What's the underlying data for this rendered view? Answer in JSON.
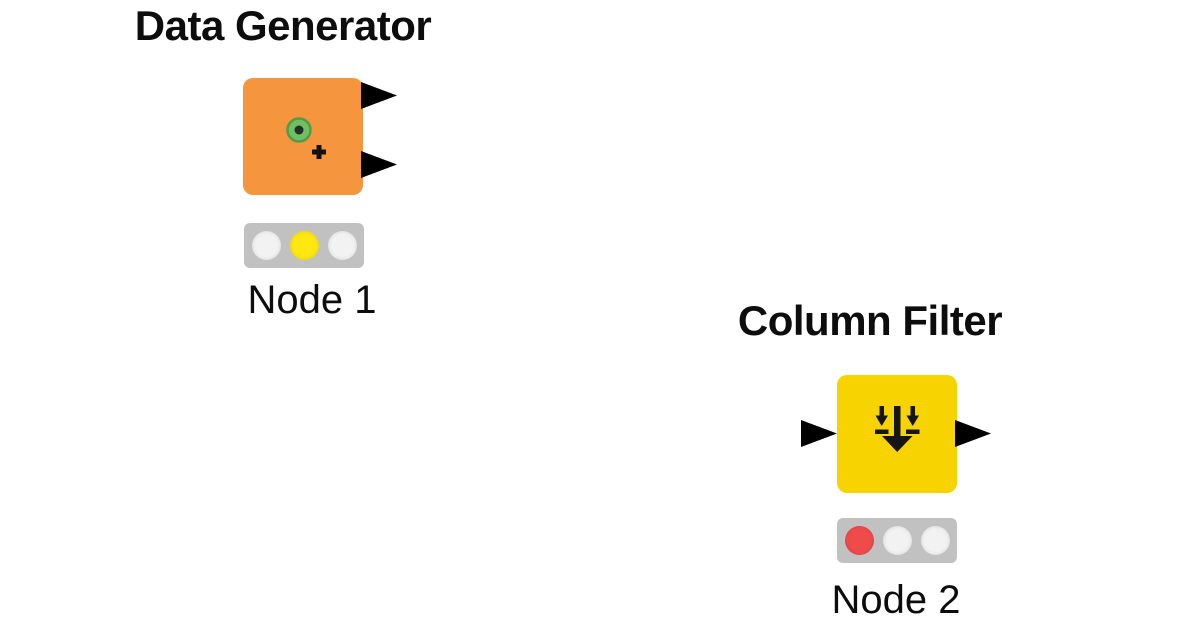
{
  "canvas": {
    "background": "#FFFFFF"
  },
  "traffic_light": {
    "bg": "#C1C1C1"
  },
  "nodes": [
    {
      "title": "Data Generator",
      "label": "Node 1",
      "icon": "data-generator-icon",
      "node_color": "#F5953D",
      "port_color": "#000000",
      "input_ports": 0,
      "output_ports": 2,
      "lamps": [
        "#F2F2F2",
        "#FFE712",
        "#F2F2F2"
      ],
      "icon_colors": {
        "ring": "#6EC063",
        "ring_border": "#519B49",
        "dot": "#25302A",
        "plus": "#121212"
      }
    },
    {
      "title": "Column Filter",
      "label": "Node 2",
      "icon": "column-filter-icon",
      "node_color": "#F8D302",
      "port_color": "#000000",
      "input_ports": 1,
      "output_ports": 1,
      "lamps": [
        "#EF4B4B",
        "#F2F2F2",
        "#F2F2F2"
      ],
      "icon_colors": {
        "glyph": "#151515"
      }
    }
  ]
}
